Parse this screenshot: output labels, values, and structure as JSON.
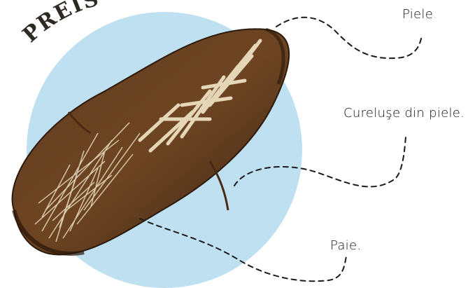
{
  "title": {
    "text": "PREIS",
    "color": "#2f2923"
  },
  "labels": {
    "leather": "Piele",
    "leather_straps": "Cureluşe din piele.",
    "straw": "Paie."
  },
  "colors": {
    "circle": "#bfe0f1",
    "leather_dark": "#4a2a14",
    "leather_mid": "#6b3f1f",
    "straw": "#e6d8b6"
  }
}
